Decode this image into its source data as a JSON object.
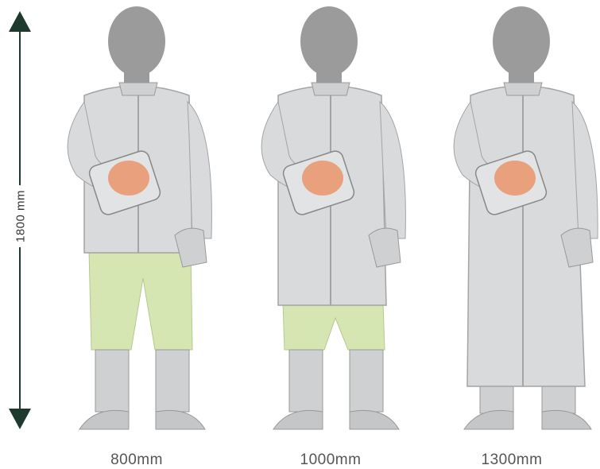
{
  "scale": {
    "label": "1800 mm",
    "arrow_color": "#1e3a2f"
  },
  "figures": [
    {
      "caption": "800mm",
      "coat": "#d9dadb",
      "shorts": "#d6e6b3"
    },
    {
      "caption": "1000mm",
      "coat": "#d9dadb",
      "shorts": "#d6e6b3"
    },
    {
      "caption": "1300mm",
      "coat": "#d9dadb",
      "shorts": "#d6e6b3"
    }
  ]
}
